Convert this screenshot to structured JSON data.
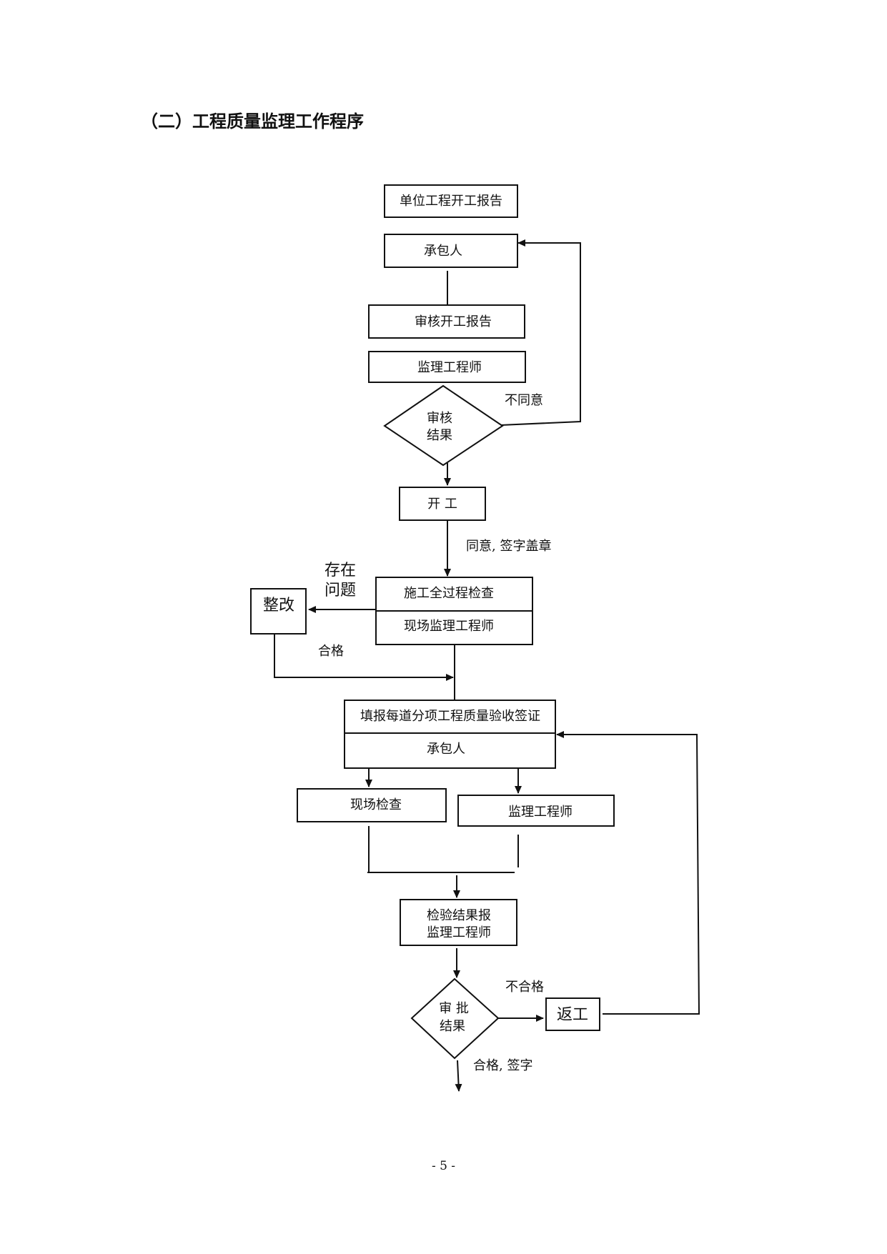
{
  "title": "（二）工程质量监理工作程序",
  "page_number": "- 5 -",
  "nodes": {
    "start_report": "单位工程开工报告",
    "contractor_1": "承包人",
    "review_report": "审核开工报告",
    "engineer_1": "监理工程师",
    "review_result_l1": "审核",
    "review_result_l2": "结果",
    "start_work": "开  工",
    "process_check": "施工全过程检查",
    "site_engineer": "现场监理工程师",
    "rectify": "整改",
    "acceptance_form": "填报每道分项工程质量验收签证",
    "contractor_2": "承包人",
    "site_inspection": "现场检查",
    "engineer_2": "监理工程师",
    "report_l1": "检验结果报",
    "report_l2": "监理工程师",
    "approval_l1": "审 批",
    "approval_l2": "结果",
    "rework": "返工"
  },
  "labels": {
    "disagree": "不同意",
    "agree_sign": "同意, 签字盖章",
    "problem_l1": "存在",
    "problem_l2": "问题",
    "qualified": "合格",
    "unqualified": "不合格",
    "qualified_sign": "合格, 签字"
  }
}
